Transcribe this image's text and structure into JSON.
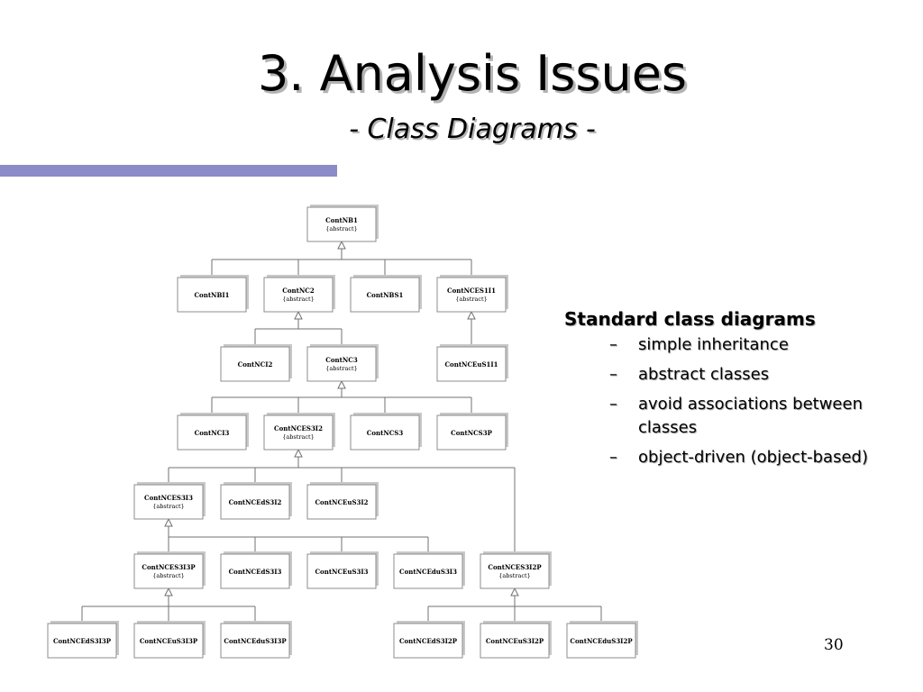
{
  "slide": {
    "title": "3. Analysis Issues",
    "subtitle": "- Class Diagrams -",
    "accent_color": "#8a8bc7",
    "page_number": "30"
  },
  "notes": {
    "heading": "Standard class diagrams",
    "bullets": [
      {
        "dash": "–",
        "text": "simple inheritance"
      },
      {
        "dash": "–",
        "text": "abstract classes"
      },
      {
        "dash": "–",
        "text": "avoid associations between classes"
      },
      {
        "dash": "–",
        "text": "object-driven (object-based)"
      }
    ]
  },
  "diagram": {
    "abstract_label": "{abstract}",
    "classes": [
      {
        "id": "ContNB1",
        "name": "ContNB1",
        "abstract": true
      },
      {
        "id": "ContNBI1",
        "name": "ContNBI1",
        "abstract": false,
        "parent": "ContNB1"
      },
      {
        "id": "ContNC2",
        "name": "ContNC2",
        "abstract": true,
        "parent": "ContNB1"
      },
      {
        "id": "ContNBS1",
        "name": "ContNBS1",
        "abstract": false,
        "parent": "ContNB1"
      },
      {
        "id": "ContNCES1I1",
        "name": "ContNCES1I1",
        "abstract": true,
        "parent": "ContNB1"
      },
      {
        "id": "ContNCI2",
        "name": "ContNCI2",
        "abstract": false,
        "parent": "ContNC2"
      },
      {
        "id": "ContNC3",
        "name": "ContNC3",
        "abstract": true,
        "parent": "ContNC2"
      },
      {
        "id": "ContNCEuS1I1",
        "name": "ContNCEuS1I1",
        "abstract": false,
        "parent": "ContNCES1I1"
      },
      {
        "id": "ContNCI3",
        "name": "ContNCI3",
        "abstract": false,
        "parent": "ContNC3"
      },
      {
        "id": "ContNCES3I2",
        "name": "ContNCES3I2",
        "abstract": true,
        "parent": "ContNC3"
      },
      {
        "id": "ContNCS3",
        "name": "ContNCS3",
        "abstract": false,
        "parent": "ContNC3"
      },
      {
        "id": "ContNCS3P",
        "name": "ContNCS3P",
        "abstract": false,
        "parent": "ContNC3"
      },
      {
        "id": "ContNCES3I3",
        "name": "ContNCES3I3",
        "abstract": true,
        "parent": "ContNCES3I2"
      },
      {
        "id": "ContNCEdS3I2",
        "name": "ContNCEdS3I2",
        "abstract": false,
        "parent": "ContNCES3I2"
      },
      {
        "id": "ContNCEuS3I2",
        "name": "ContNCEuS3I2",
        "abstract": false,
        "parent": "ContNCES3I2"
      },
      {
        "id": "ContNCES3I3P",
        "name": "ContNCES3I3P",
        "abstract": true,
        "parent": "ContNCES3I3"
      },
      {
        "id": "ContNCEdS3I3",
        "name": "ContNCEdS3I3",
        "abstract": false,
        "parent": "ContNCES3I3"
      },
      {
        "id": "ContNCEuS3I3",
        "name": "ContNCEuS3I3",
        "abstract": false,
        "parent": "ContNCES3I3"
      },
      {
        "id": "ContNCEduS3I3",
        "name": "ContNCEduS3I3",
        "abstract": false,
        "parent": "ContNCES3I3"
      },
      {
        "id": "ContNCES3I2P",
        "name": "ContNCES3I2P",
        "abstract": true,
        "parent": "ContNCES3I2"
      },
      {
        "id": "ContNCEdS3I3P",
        "name": "ContNCEdS3I3P",
        "abstract": false,
        "parent": "ContNCES3I3P"
      },
      {
        "id": "ContNCEuS3I3P",
        "name": "ContNCEuS3I3P",
        "abstract": false,
        "parent": "ContNCES3I3P"
      },
      {
        "id": "ContNCEduS3I3P",
        "name": "ContNCEduS3I3P",
        "abstract": false,
        "parent": "ContNCES3I3P"
      },
      {
        "id": "ContNCEdS3I2P",
        "name": "ContNCEdS3I2P",
        "abstract": false,
        "parent": "ContNCES3I2P"
      },
      {
        "id": "ContNCEuS3I2P",
        "name": "ContNCEuS3I2P",
        "abstract": false,
        "parent": "ContNCES3I2P"
      },
      {
        "id": "ContNCEduS3I2P",
        "name": "ContNCEduS3I2P",
        "abstract": false,
        "parent": "ContNCES3I2P"
      }
    ]
  }
}
